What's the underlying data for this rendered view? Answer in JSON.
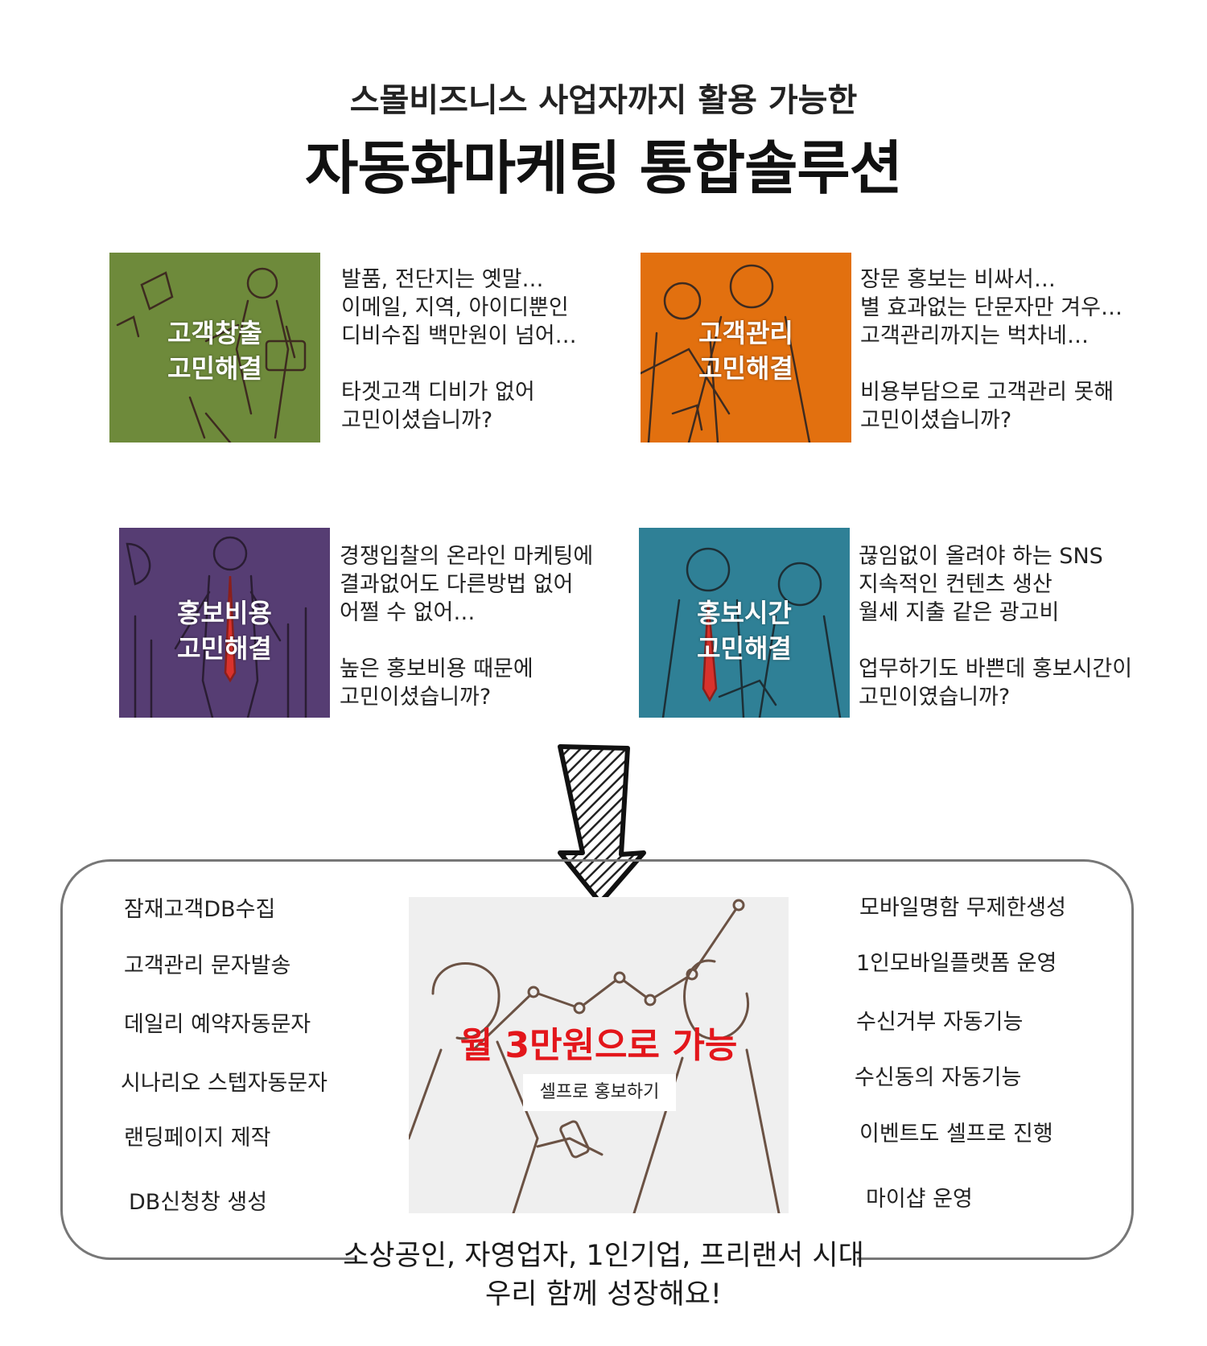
{
  "header": {
    "subtitle": "스몰비즈니스 사업자까지 활용 가능한",
    "title": "자동화마케팅 통합솔루션"
  },
  "cards": [
    {
      "color": "#6e8a3b",
      "label_lines": [
        "고객창출",
        "고민해결"
      ],
      "text_lines": [
        "발품, 전단지는 옛말…",
        "이메일, 지역, 아이디뿐인",
        "디비수집 백만원이 넘어…",
        "",
        "타겟고객 디비가 없어",
        "고민이셨습니까?"
      ]
    },
    {
      "color": "#e2700f",
      "label_lines": [
        "고객관리",
        "고민해결"
      ],
      "text_lines": [
        "장문 홍보는 비싸서…",
        "별 효과없는 단문자만 겨우…",
        "고객관리까지는 벅차네…",
        "",
        "비용부담으로 고객관리 못해",
        "고민이셨습니까?"
      ]
    },
    {
      "color": "#563d73",
      "label_lines": [
        "홍보비용",
        "고민해결"
      ],
      "text_lines": [
        "경쟁입찰의 온라인 마케팅에",
        "결과없어도 다른방법 없어",
        "어쩔 수 없어…",
        "",
        "높은 홍보비용 때문에",
        "고민이셨습니까?"
      ]
    },
    {
      "color": "#2f8096",
      "label_lines": [
        "홍보시간",
        "고민해결"
      ],
      "text_lines": [
        "끊임없이 올려야 하는 SNS",
        "지속적인 컨텐츠 생산",
        "월세 지출 같은 광고비",
        "",
        "업무하기도 바쁜데 홍보시간이",
        "고민이였습니까?"
      ]
    }
  ],
  "features_left": [
    "잠재고객DB수집",
    "고객관리 문자발송",
    "데일리 예약자동문자",
    "시나리오 스텝자동문자",
    "랜딩페이지 제작",
    "DB신청창 생성"
  ],
  "features_right": [
    "모바일명함 무제한생성",
    "1인모바일플랫폼 운영",
    "수신거부 자동기능",
    "수신동의 자동기능",
    "이벤트도 셀프로 진행",
    "마이샵 운영"
  ],
  "promo": {
    "price_text": "월 3만원으로 가능",
    "cta_label": "셀프로 홍보하기",
    "price_color": "#e3161b"
  },
  "footer": {
    "line1": "소상공인, 자영업자, 1인기업, 프리랜서 시대",
    "line2": "우리 함께 성장해요!"
  }
}
